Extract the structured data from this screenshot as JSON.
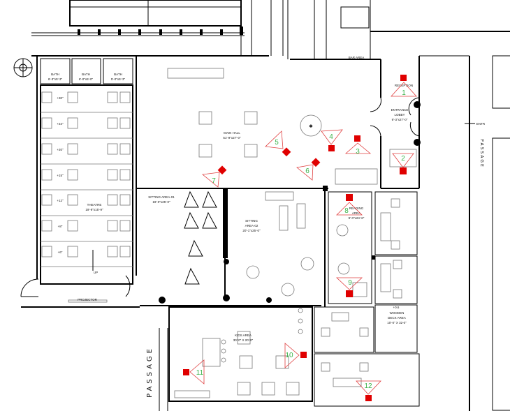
{
  "plan": {
    "rooms": {
      "bath_1": {
        "name": "BATH",
        "size": "6'-3\"x5'-3\""
      },
      "bath_2": {
        "name": "BATH",
        "size": "6'-0\"x5'-0\""
      },
      "bath_3": {
        "name": "BATH",
        "size": "5'-0\"x5'-3\""
      },
      "theatre": {
        "name": "THEATRE",
        "size": "19'-9\"x15'-9\""
      },
      "main_hall": {
        "name": "MAIN HALL",
        "size": "51'-9\"x27'-0\""
      },
      "sitting_01": {
        "name": "SITTING AREA-01",
        "size": "19'-0\"x25'-0\""
      },
      "sitting_02": {
        "name": "SITTING",
        "name2": "AREA-02",
        "size": "20'-1\"x25'-0\""
      },
      "reading": {
        "name": "READING",
        "name2": "AREA",
        "size": "9'-0\"x24'-6\""
      },
      "entrance": {
        "name": "ENTRANCE",
        "name2": "LOBBY",
        "size": "9'-3\"x27'-0\""
      },
      "kids": {
        "name": "KIDS AREA",
        "size": "30'-0\" X 20'-0\""
      },
      "deck": {
        "level": "+0.6",
        "name": "WOODEN",
        "name2": "DECK AREA",
        "size": "10'-0\" X 32-0\""
      }
    },
    "labels": {
      "reception": "RECEPTION",
      "bar_area": "BAR AREA",
      "projector": "PROJECTOR",
      "up": "UP",
      "entry": "ENTR",
      "passage_right": "PASSAGE",
      "passage_bottom": "PASSAGE"
    },
    "theatre_rows": [
      "+30\"",
      "+24\"",
      "+20\"",
      "+15\"",
      "+12\"",
      "+8\"",
      "+6\""
    ],
    "cameras": [
      "1",
      "2",
      "3",
      "4",
      "5",
      "6",
      "7",
      "8",
      "9",
      "10",
      "11",
      "12"
    ],
    "colors": {
      "camera": "#e00000",
      "camera_number": "#3cb44b",
      "cone": "#e04040"
    }
  }
}
